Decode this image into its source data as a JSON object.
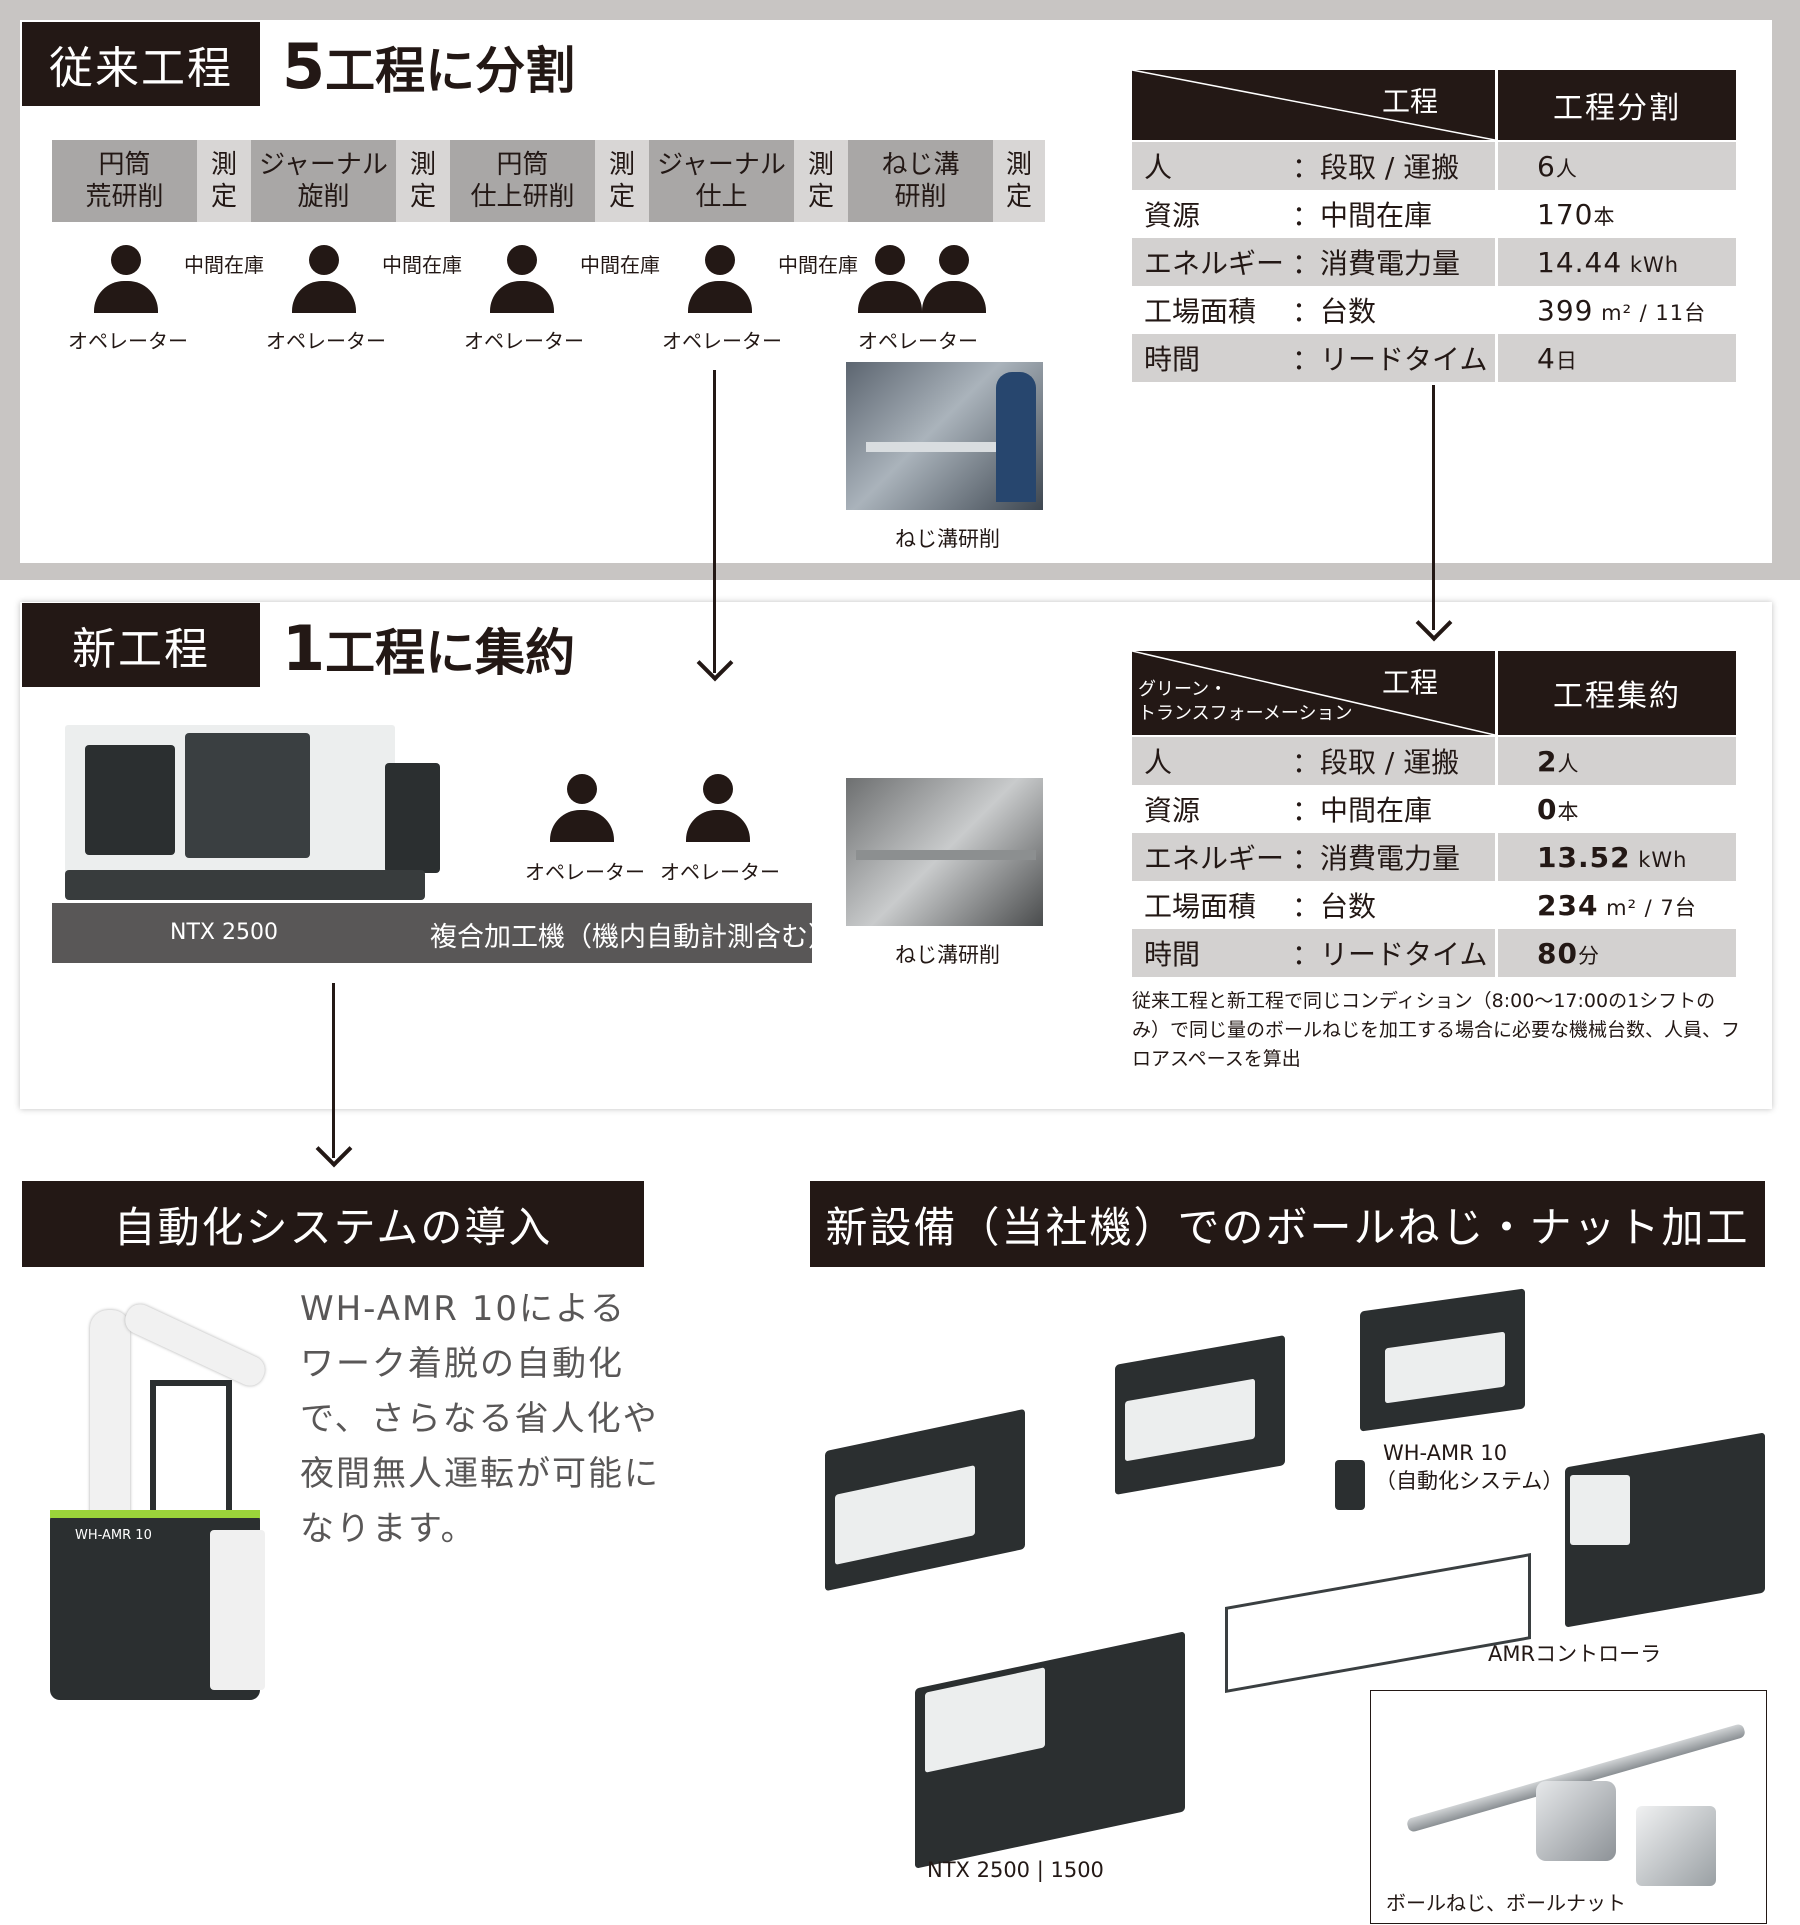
{
  "top": {
    "tag": "従来工程",
    "headline_num": "5",
    "headline_text": "工程に分割",
    "processes": [
      "円筒\n荒研削",
      "測\n定",
      "ジャーナル\n旋削",
      "測\n定",
      "円筒\n仕上研削",
      "測\n定",
      "ジャーナル\n仕上",
      "測\n定",
      "ねじ溝\n研削",
      "測\n定"
    ],
    "stock_label": "中間在庫",
    "operator_label": "オペレーター",
    "photo_caption": "ねじ溝研削"
  },
  "top_table": {
    "header_left": "工程",
    "header_right": "工程分割",
    "rows": [
      {
        "label": "人",
        "item": "：段取 / 運搬",
        "value": "6",
        "unit": "人"
      },
      {
        "label": "資源",
        "item": "：中間在庫",
        "value": "170",
        "unit": "本"
      },
      {
        "label": "エネルギー",
        "item": "：消費電力量",
        "value": "14.44",
        "unit": " kWh"
      },
      {
        "label": "工場面積",
        "item": "：台数",
        "value": "399",
        "unit": " m² / 11台"
      },
      {
        "label": "時間",
        "item": "：リードタイム",
        "value": "4",
        "unit": "日"
      }
    ]
  },
  "mid": {
    "tag": "新工程",
    "headline_num": "1",
    "headline_text": "工程に集約",
    "machine_label": "NTX 2500",
    "machine_desc": "複合加工機（機内自動計測含む）",
    "operator_label": "オペレーター",
    "photo_caption": "ねじ溝研削"
  },
  "mid_table": {
    "header_left": "工程",
    "header_sub": "グリーン・\nトランスフォーメーション",
    "header_right": "工程集約",
    "rows": [
      {
        "label": "人",
        "item": "：段取 / 運搬",
        "value": "2",
        "unit": "人"
      },
      {
        "label": "資源",
        "item": "：中間在庫",
        "value": "0",
        "unit": "本"
      },
      {
        "label": "エネルギー",
        "item": "：消費電力量",
        "value": "13.52",
        "unit": " kWh"
      },
      {
        "label": "工場面積",
        "item": "：台数",
        "value": "234",
        "unit": " m² / 7台"
      },
      {
        "label": "時間",
        "item": "：リードタイム",
        "value": "80",
        "unit": "分"
      }
    ],
    "note": "従来工程と新工程で同じコンディション（8:00〜17:00の1シフトのみ）で同じ量のボールねじを加工する場合に必要な機械台数、人員、フロアスペースを算出"
  },
  "bottom_left": {
    "title": "自動化システムの導入",
    "text": "WH-AMR 10によるワーク着脱の自動化で、さらなる省人化や夜間無人運転が可能になります。",
    "robot_label": "WH-AMR 10"
  },
  "bottom_right": {
    "title": "新設備（当社機）でのボールねじ・ナット加工",
    "label_amr": "WH-AMR 10",
    "label_amr_sub": "（自動化システム）",
    "label_controller": "AMRコントローラ",
    "label_ntx": "NTX 2500 | 1500",
    "label_ballscrew": "ボールねじ、ボールナット"
  }
}
